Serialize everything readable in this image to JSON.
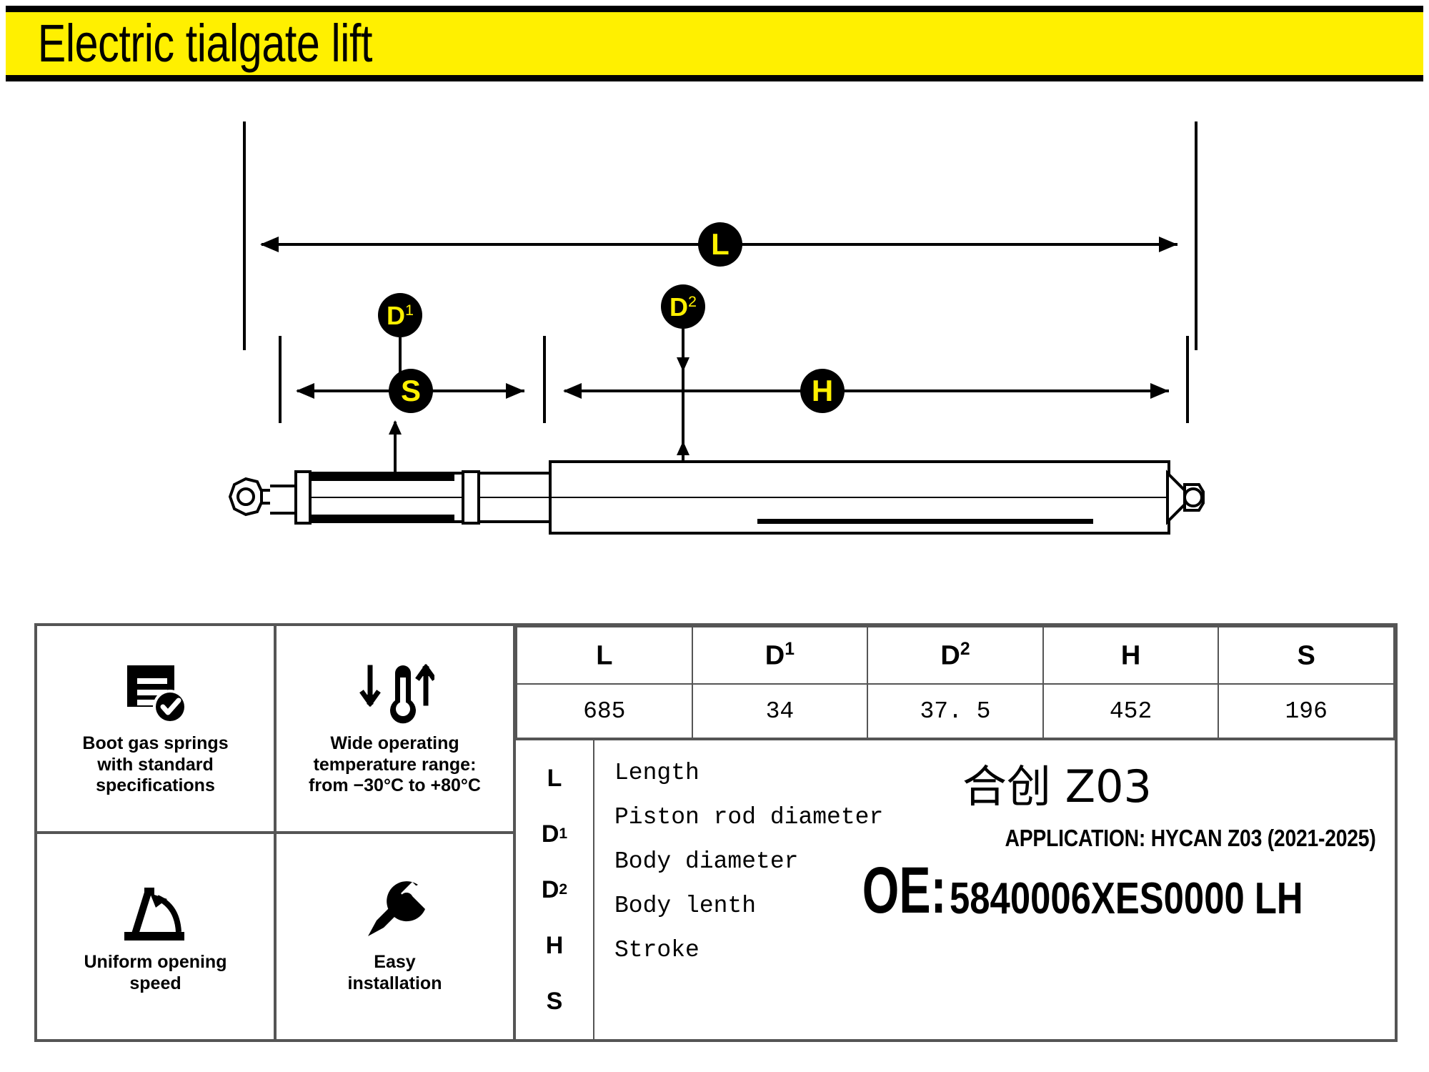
{
  "banner": {
    "title": "Electric tialgate lift"
  },
  "diagram": {
    "labels": {
      "total_length": "L",
      "piston_rod_diameter": "D",
      "piston_rod_diameter_sup": "1",
      "body_diameter": "D",
      "body_diameter_sup": "2",
      "body_length": "H",
      "stroke": "S"
    }
  },
  "features": [
    {
      "icon": "document-check-icon",
      "text": "Boot gas springs\nwith standard\nspecifications"
    },
    {
      "icon": "thermometer-range-icon",
      "text": "Wide operating\ntemperature range:\nfrom −30°C to +80°C"
    },
    {
      "icon": "tailgate-angle-icon",
      "text": "Uniform opening\nspeed"
    },
    {
      "icon": "wrench-icon",
      "text": "Easy\ninstallation"
    }
  ],
  "spec_table": {
    "headers": [
      {
        "symbol": "L",
        "sup": ""
      },
      {
        "symbol": "D",
        "sup": "1"
      },
      {
        "symbol": "D",
        "sup": "2"
      },
      {
        "symbol": "H",
        "sup": ""
      },
      {
        "symbol": "S",
        "sup": ""
      }
    ],
    "values": [
      "685",
      "34",
      "37. 5",
      "452",
      "196"
    ]
  },
  "legend": [
    {
      "symbol": "L",
      "sup": "",
      "definition": "Length"
    },
    {
      "symbol": "D",
      "sup": "1",
      "definition": "Piston rod diameter"
    },
    {
      "symbol": "D",
      "sup": "2",
      "definition": "Body diameter"
    },
    {
      "symbol": "H",
      "sup": "",
      "definition": "Body lenth"
    },
    {
      "symbol": "S",
      "sup": "",
      "definition": "Stroke"
    }
  ],
  "product": {
    "brand_model": "合创 Z03",
    "application": "APPLICATION: HYCAN Z03 (2021-2025)",
    "oe_label": "OE:",
    "oe_number": "5840006XES0000 LH"
  },
  "colors": {
    "banner_bg": "#fff000",
    "badge_text": "#fff000",
    "ink": "#000000",
    "rule": "#555555"
  }
}
